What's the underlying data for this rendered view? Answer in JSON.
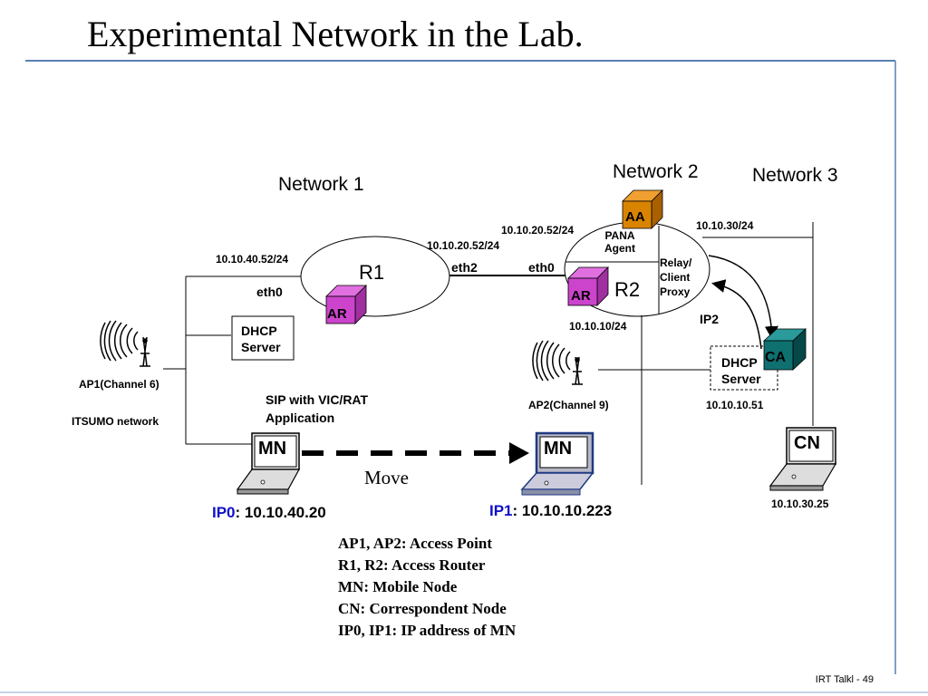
{
  "slide": {
    "title": "Experimental Network in the Lab.",
    "footer": "IRT Talkl - 49"
  },
  "networks": [
    "Network 1",
    "Network 2",
    "Network 3"
  ],
  "nodes": {
    "r1": "R1",
    "r2": "R2",
    "ar": "AR",
    "aa": "AA",
    "ca": "CA",
    "mn": "MN",
    "cn": "CN",
    "pana_agent": "PANA\nAgent",
    "relay_proxy": "Relay/\nClient\nProxy",
    "dhcp_server": "DHCP\nServer"
  },
  "labels": {
    "r1_eth0": "eth0",
    "r1_eth2": "eth2",
    "r2_eth0": "eth0",
    "ip_40_52": "10.10.40.52/24",
    "ip_20_52_a": "10.10.20.52/24",
    "ip_20_52_b": "10.10.20.52/24",
    "ip_30": "10.10.30/24",
    "ip_10": "10.10.10/24",
    "ip_10_51": "10.10.10.51",
    "ip_30_25": "10.10.30.25",
    "ip2": "IP2",
    "ap1": "AP1(Channel 6)",
    "itsumo": "ITSUMO network",
    "ap2": "AP2(Channel 9)",
    "sip_app_line1": "SIP with VIC/RAT",
    "sip_app_line2": "Application",
    "move": "Move",
    "ip0_name": "IP0",
    "ip0_value": ": 10.10.40.20",
    "ip1_name": "IP1",
    "ip1_value": ": 10.10.10.223"
  },
  "legend": [
    "AP1, AP2: Access Point",
    "R1, R2: Access Router",
    "MN: Mobile Node",
    "CN: Correspondent Node",
    "IP0, IP1: IP address of MN"
  ],
  "colors": {
    "ar": "#cc44cc",
    "aa": "#d98400",
    "ca": "#0f7070",
    "header_rule": "#5b7fb5",
    "ip_label": "#1010c8"
  }
}
